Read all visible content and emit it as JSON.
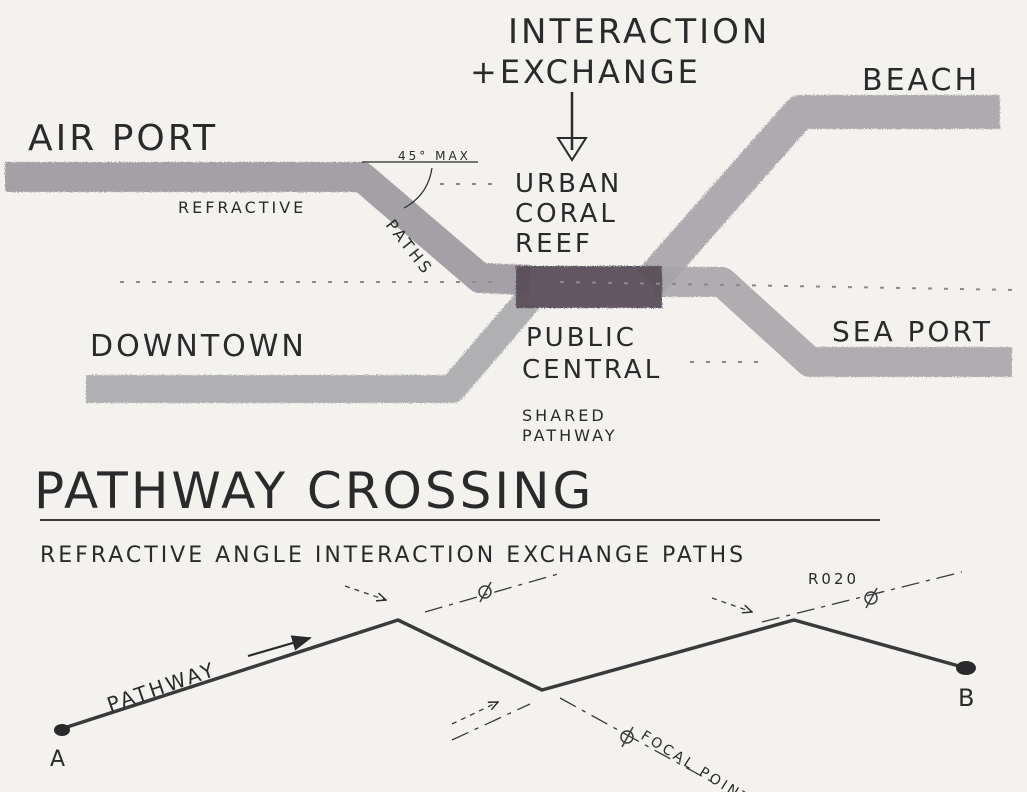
{
  "header": {
    "interaction_line1": "INTERACTION",
    "interaction_line2": "+EXCHANGE"
  },
  "labels": {
    "air_port": "AIR PORT",
    "beach": "BEACH",
    "angle_note": "45° MAX",
    "refractive": "REFRACTIVE",
    "paths": "PATHS",
    "reef_line1": "URBAN",
    "reef_line2": "CORAL",
    "reef_line3": "REEF",
    "downtown": "DOWNTOWN",
    "sea_port": "SEA PORT",
    "public_line1": "PUBLIC",
    "public_line2": "CENTRAL",
    "shared_line1": "SHARED",
    "shared_line2": "PATHWAY"
  },
  "section": {
    "title": "PATHWAY CROSSING",
    "subtitle": "REFRACTIVE ANGLE INTERACTION EXCHANGE PATHS",
    "signature": "R020"
  },
  "lower": {
    "pathway": "PATHWAY",
    "focal_point": "FOCAL POINT",
    "point_a": "A",
    "point_b": "B"
  },
  "colors": {
    "ink": "#2a2a2c",
    "band": "#9a989c",
    "reef": "#5a4e58",
    "paper": "#f3f2ef"
  }
}
